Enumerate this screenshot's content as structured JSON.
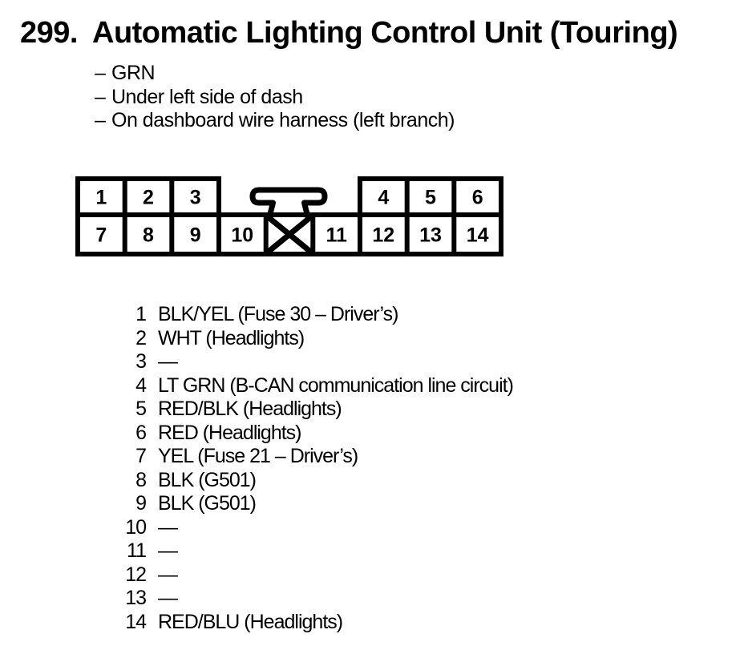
{
  "page": {
    "background_color": "#ffffff",
    "ink_color": "#000000"
  },
  "heading": {
    "number": "299.",
    "title": "Automatic Lighting Control Unit (Touring)"
  },
  "location": {
    "marker": "–",
    "items": [
      "GRN",
      "Under left side of dash",
      "On dashboard wire harness (left branch)"
    ]
  },
  "connector": {
    "top_left": [
      "1",
      "2",
      "3"
    ],
    "top_right": [
      "4",
      "5",
      "6"
    ],
    "bottom_left": [
      "7",
      "8",
      "9",
      "10"
    ],
    "bottom_right": [
      "11",
      "12",
      "13",
      "14"
    ]
  },
  "pins": {
    "rows": [
      {
        "num": "1",
        "desc": "BLK/YEL (Fuse 30 – Driver’s)"
      },
      {
        "num": "2",
        "desc": "WHT (Headlights)"
      },
      {
        "num": "3",
        "desc": "—"
      },
      {
        "num": "4",
        "desc": "LT GRN (B-CAN communication line circuit)"
      },
      {
        "num": "5",
        "desc": "RED/BLK (Headlights)"
      },
      {
        "num": "6",
        "desc": "RED (Headlights)"
      },
      {
        "num": "7",
        "desc": "YEL (Fuse 21 – Driver’s)"
      },
      {
        "num": "8",
        "desc": "BLK (G501)"
      },
      {
        "num": "9",
        "desc": "BLK (G501)"
      },
      {
        "num": "10",
        "desc": "—"
      },
      {
        "num": "11",
        "desc": "—"
      },
      {
        "num": "12",
        "desc": "—"
      },
      {
        "num": "13",
        "desc": "—"
      },
      {
        "num": "14",
        "desc": "RED/BLU (Headlights)"
      }
    ]
  }
}
